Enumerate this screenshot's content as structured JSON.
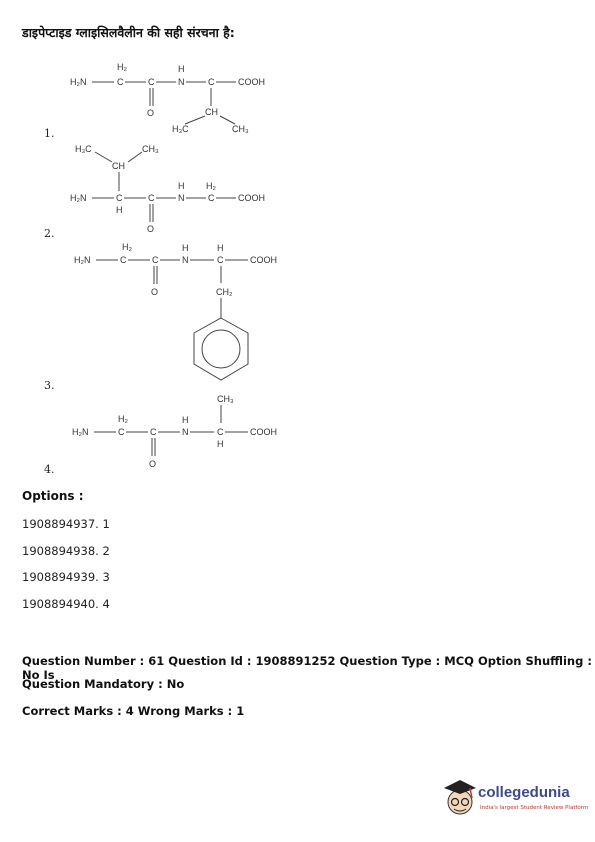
{
  "question_text": "डाइपेप्टाइड ग्लाइसिलवैलीन की सही संरचना है:",
  "structures": [
    {
      "number": "1.",
      "labels": {
        "h2n": "H₂N",
        "h2": "H₂",
        "c1": "C",
        "c2": "C",
        "o": "O",
        "h": "H",
        "n": "N",
        "c3": "C",
        "cooh": "COOH",
        "h3c": "H₃C",
        "ch": "CH",
        "ch3": "CH₃"
      }
    },
    {
      "number": "2.",
      "labels": {
        "h3c": "H₃C",
        "ch3": "CH₃",
        "ch": "CH",
        "h2n": "H₂N",
        "c1": "C",
        "h_low": "H",
        "c2": "C",
        "o": "O",
        "h": "H",
        "n": "N",
        "h2": "H₂",
        "c3": "C",
        "cooh": "COOH"
      }
    },
    {
      "number": "3.",
      "labels": {
        "h2": "H₂",
        "h2n": "H₂N",
        "c1": "C",
        "c2": "C",
        "o": "O",
        "h_n": "H",
        "n": "N",
        "h_c": "H",
        "c3": "C",
        "cooh": "COOH",
        "ch2": "CH₂"
      }
    },
    {
      "number": "4.",
      "labels": {
        "ch3": "CH₃",
        "h2": "H₂",
        "h2n": "H₂N",
        "c1": "C",
        "c2": "C",
        "o": "O",
        "h_n": "H",
        "n": "N",
        "c3": "C",
        "h_low": "H",
        "cooh": "COOH"
      }
    }
  ],
  "options_heading": "Options :",
  "options": [
    "1908894937. 1",
    "1908894938. 2",
    "1908894939. 3",
    "1908894940. 4"
  ],
  "meta_lines": [
    "Question Number : 61 Question Id : 1908891252 Question Type : MCQ Option Shuffling : No Is",
    "Question Mandatory : No",
    "Correct Marks : 4 Wrong Marks : 1"
  ],
  "logo": {
    "name": "collegedunia",
    "tagline": "India's largest Student Review Platform",
    "color": "#3d4a8f"
  }
}
